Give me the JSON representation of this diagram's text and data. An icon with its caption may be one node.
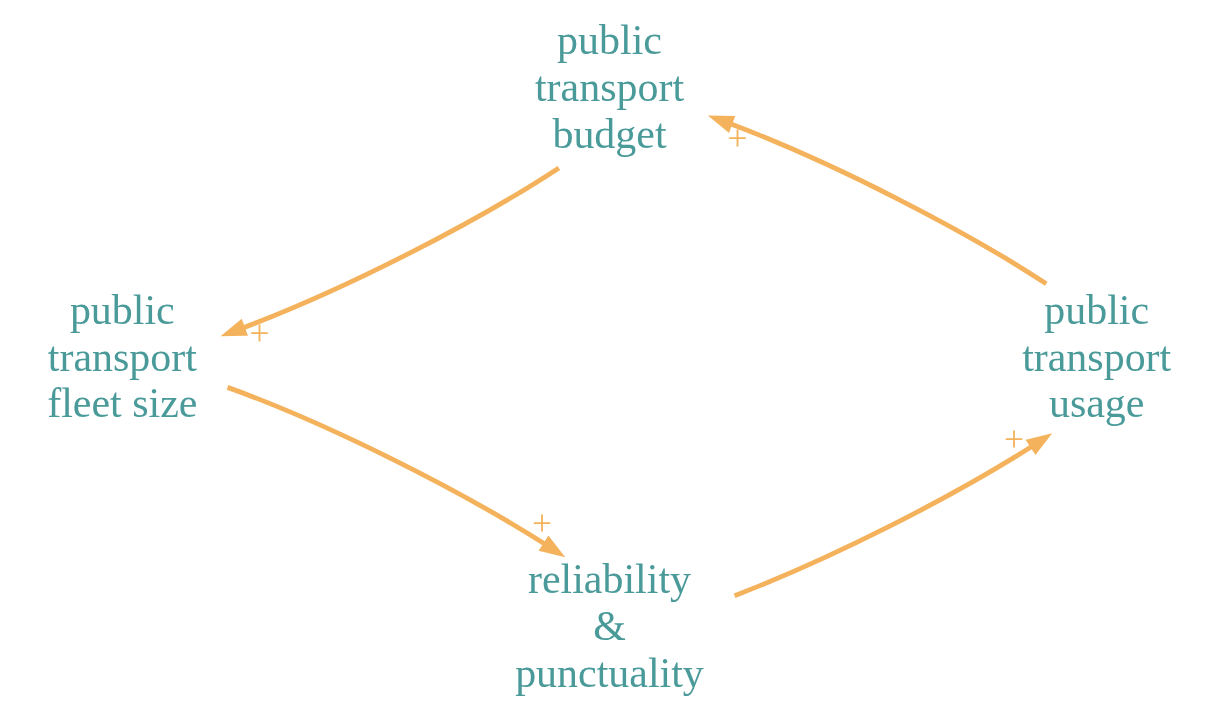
{
  "diagram": {
    "nodes": [
      {
        "text": [
          "public transport budget"
        ]
      },
      {
        "text": [
          "public transport fleet size"
        ]
      },
      {
        "text": [
          "reliability & punctuality"
        ]
      },
      {
        "text": [
          "public transport usage"
        ]
      }
    ],
    "edges": [
      {
        "from": 0,
        "to": 1,
        "arrow": "to",
        "label": "+"
      },
      {
        "from": 1,
        "to": 2,
        "arrow": "to",
        "label": "+"
      },
      {
        "from": 2,
        "to": 3,
        "arrow": "to",
        "label": "+"
      },
      {
        "from": 3,
        "to": 0,
        "arrow": "to",
        "label": "+"
      }
    ]
  }
}
